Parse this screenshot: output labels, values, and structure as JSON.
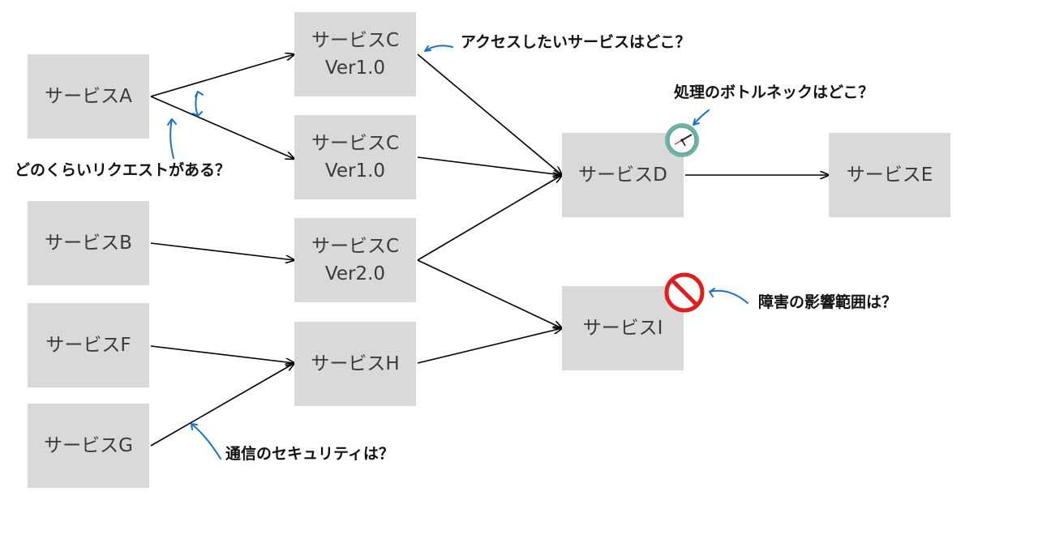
{
  "nodes": {
    "a": {
      "label": "サービスA"
    },
    "c1": {
      "label": "サービスC",
      "sub": "Ver1.0"
    },
    "c2": {
      "label": "サービスC",
      "sub": "Ver1.0"
    },
    "b": {
      "label": "サービスB"
    },
    "c3": {
      "label": "サービスC",
      "sub": "Ver2.0"
    },
    "f": {
      "label": "サービスF"
    },
    "g": {
      "label": "サービスG"
    },
    "h": {
      "label": "サービスH"
    },
    "d": {
      "label": "サービスD"
    },
    "e": {
      "label": "サービスE"
    },
    "i": {
      "label": "サービスI"
    }
  },
  "annotations": {
    "access": "アクセスしたいサービスはどこ？",
    "bottleneck": "処理のボトルネックはどこ？",
    "requests": "どのくらいリクエストがある？",
    "impact": "障害の影響範囲は？",
    "security": "通信のセキュリティは？"
  },
  "colors": {
    "node_fill": "#d9d9d9",
    "node_text": "#3a3a3a",
    "arrow": "#000000",
    "pointer": "#1a73c7",
    "clock_face": "#6fb3a8",
    "prohibited": "#e01e1e"
  },
  "icons": {
    "clock": "clock-icon",
    "prohibited": "prohibited-icon"
  }
}
